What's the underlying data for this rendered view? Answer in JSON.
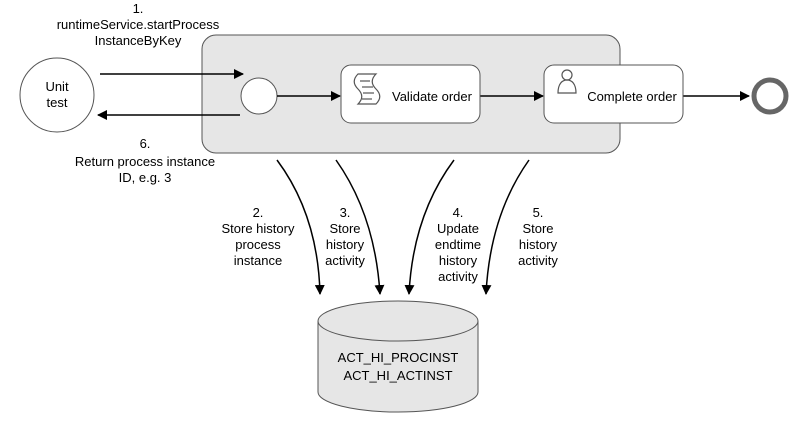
{
  "unit_test": {
    "line1": "Unit",
    "line2": "test"
  },
  "tasks": {
    "validate": "Validate order",
    "complete": "Complete order"
  },
  "steps": [
    {
      "num": "1.",
      "text": "runtimeService.startProcess\nInstanceByKey"
    },
    {
      "num": "2.",
      "text": "Store history\nprocess\ninstance"
    },
    {
      "num": "3.",
      "text": "Store\nhistory\nactivity"
    },
    {
      "num": "4.",
      "text": "Update\nendtime\nhistory\nactivity"
    },
    {
      "num": "5.",
      "text": "Store\nhistory\nactivity"
    },
    {
      "num": "6.",
      "text": "Return process instance\nID, e.g. 3"
    }
  ],
  "database": {
    "table1": "ACT_HI_PROCINST",
    "table2": "ACT_HI_ACTINST"
  },
  "colors": {
    "pool_fill": "#e6e6e6",
    "db_fill": "#e6e6e6",
    "end_stroke": "#666666"
  },
  "icons": [
    "script-task-icon",
    "user-task-icon"
  ]
}
